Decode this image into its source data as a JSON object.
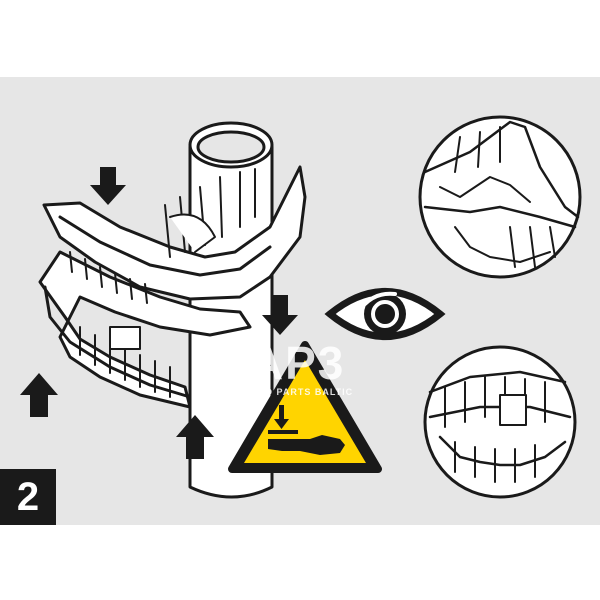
{
  "step_number": "2",
  "watermark": {
    "logo_text": "AP3",
    "subtitle": "AGRO PARTS BALTIC"
  },
  "colors": {
    "background": "#e6e6e6",
    "line": "#1a1a1a",
    "warning_yellow": "#ffd400"
  },
  "icons": [
    "down-arrow-icon",
    "up-arrow-icon",
    "eye-icon",
    "crush-hazard-warning-icon"
  ]
}
